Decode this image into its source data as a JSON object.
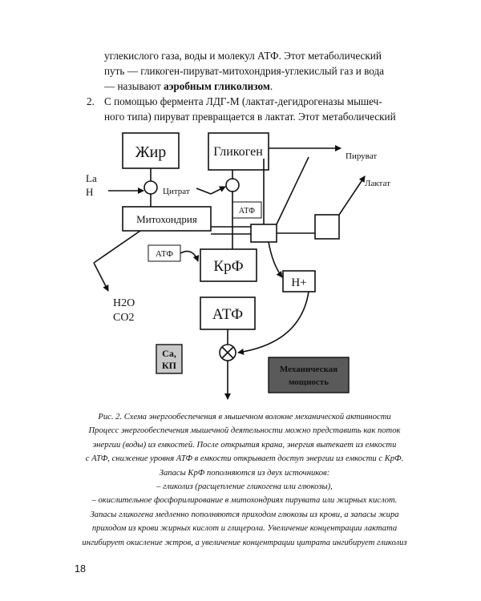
{
  "body_text": {
    "line1": "углекислого газа, воды и молекул АТФ. Этот метаболический",
    "line2": "путь — гликоген-пируват-митохондрия-углекислый газ и вода",
    "line3_prefix": "— называют ",
    "line3_bold": "аэробным гликолизом",
    "line3_suffix": ".",
    "item2_number": "2.",
    "item2_line1": "С помощью фермента ЛДГ-М (лактат-дегидрогеназы мышеч-",
    "item2_line2": "ного типа) пируват превращается в лактат. Этот метаболический"
  },
  "diagram": {
    "box_fat": "Жир",
    "box_glycogen": "Гликоген",
    "label_la": "La",
    "label_h": "H",
    "label_citrate": "Цитрат",
    "box_mitochondria": "Митохондрия",
    "label_atf_small_top": "АТФ",
    "label_pyruvate": "Пируват",
    "label_lactate": "Лактат",
    "box_atf_small": "АТФ",
    "box_krf": "КрФ",
    "box_hplus": "Н+",
    "label_h2o": "H2O",
    "label_co2": "CO2",
    "box_atf_main": "АТФ",
    "box_ca_line1": "Ca,",
    "box_ca_line2": "КП",
    "box_mech_line1": "Механическая",
    "box_mech_line2": "мощность"
  },
  "caption": {
    "line1": "Рис. 2. Схема энергообеспечения в мышечном волокне механической активности",
    "line2": "Процесс энергообеспечения мышечной деятельности можно представить как поток",
    "line3": "энергии (воды) из емкостей. После открытия крана, энергия вытекает из емкости",
    "line4": "с АТФ, снижение уровня АТФ в емкости открывает доступ энергии из емкости с КрФ.",
    "line5": "Запасы КрФ пополняются из двух источников:",
    "line6": "– гликолиз (расщепление гликогена или глюкозы),",
    "line7": "– окислительное фосфорилирование в митохондриях пирувата или жирных кислот.",
    "line8": "Запасы гликогена медленно пополняются приходом глюкозы из крови, а запасы жира",
    "line9": "приходом из крови жирных кислот и глицерола. Увеличение концентрации лактата",
    "line10": "ингибирует окисление жтров, а увеличение концентрации цитрата ингибирует гликолиз"
  },
  "page_number": "18",
  "colors": {
    "mech_box_fill": "#5a5a5a",
    "ca_box_fill": "#c8c8c8"
  }
}
